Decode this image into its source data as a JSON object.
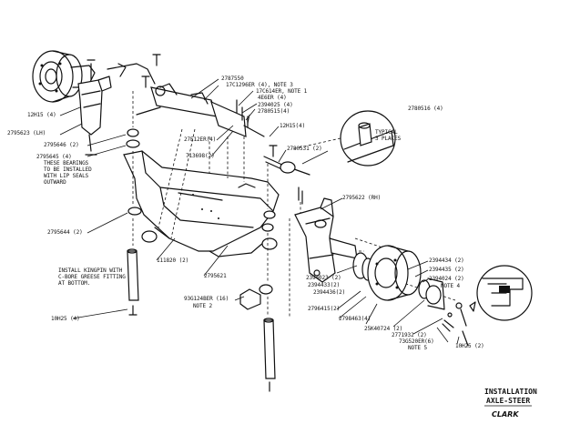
{
  "title": {
    "line1": "INSTALLATION",
    "line2": "AXLE-STEER",
    "brand": "CLARK"
  },
  "labels": {
    "p12h15_left": "12H15 (4)",
    "p2795623": "2795623 (LH)",
    "p2795646": "2795646 (2)",
    "p2795645": "2795645 (4)",
    "bearing_note_1": "THESE BEARINGS",
    "bearing_note_2": "TO BE INSTALLED",
    "bearing_note_3": "WITH LIP SEALS",
    "bearing_note_4": "OUTWARD",
    "p2795644": "2795644 (2)",
    "kingpin_note_1": "INSTALL KINGPIN WITH",
    "kingpin_note_2": "C-BORE GREESE FITTING",
    "kingpin_note_3": "AT BOTTOM.",
    "p10h25_left": "10H25 (4)",
    "p2787550": "2787550",
    "p17c1296er": "17C1296ER (4), NOTE 3",
    "p17c614er": "17C614ER, NOTE 1",
    "p4e6er": "4E6ER (4)",
    "p2394025": "2394025 (4)",
    "p2780515": "2780515(4)",
    "p27e12er": "27E12ER(4)",
    "p713698": "713698(2)",
    "p12h15_right": "12H15(4)",
    "p2780531": "2780531 (2)",
    "p2780516": "2780516 (4)",
    "typical_1": "TYPICAL",
    "typical_2": "3 PLACES",
    "p2795622": "2795622 (RH)",
    "p111820": "111820 (2)",
    "p2795621": "2795621",
    "p93g124ber": "93G124BER (16)",
    "note2": "NOTE 2",
    "p2394023": "2394023 (2)",
    "p2394433": "2394433(2)",
    "p2394436": "2394436(2)",
    "p2796415": "2796415(2)",
    "p2798463": "2798463(4)",
    "p2394434": "2394434 (2)",
    "p2394435": "2394435 (2)",
    "p2394024": "2394024 (2)",
    "note4": "NOTE 4",
    "p25k40724": "25K40724 (2)",
    "p2771932": "2771932 (2)",
    "p73g520er": "73G520ER(6)",
    "note5": "NOTE 5",
    "p10h25_right": "10H25 (2)"
  }
}
